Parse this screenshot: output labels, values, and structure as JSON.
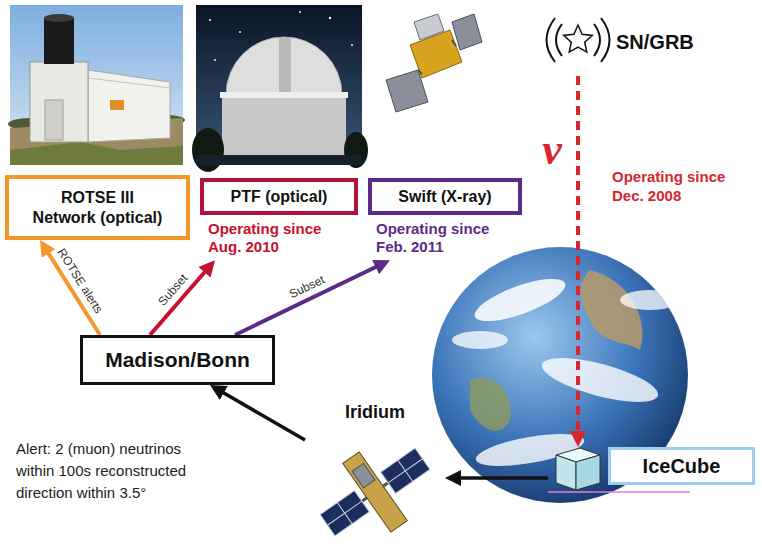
{
  "diagram": {
    "nodes": [
      {
        "text": [
          "ROTSE III Network (optical)"
        ]
      },
      {
        "text": [
          "PTF (optical)",
          "Operating since Aug. 2010"
        ]
      },
      {
        "text": [
          "Swift (X-ray)",
          "Operating since Feb. 2011"
        ]
      },
      {
        "text": [
          "SN/GRB"
        ]
      },
      {
        "text": [
          "Madison/Bonn"
        ]
      },
      {
        "text": [
          "Iridium"
        ]
      },
      {
        "text": [
          "IceCube"
        ]
      }
    ],
    "edges": [
      {
        "from": 3,
        "to": 6,
        "arrow": "to",
        "label": "ν"
      },
      {
        "from": 6,
        "to": 5,
        "arrow": "to"
      },
      {
        "from": 5,
        "to": 4,
        "arrow": "to"
      },
      {
        "from": 4,
        "to": 0,
        "arrow": "to",
        "label": "ROTSE alerts"
      },
      {
        "from": 4,
        "to": 1,
        "arrow": "to",
        "label": "Subset"
      },
      {
        "from": 4,
        "to": 2,
        "arrow": "to",
        "label": "Subset"
      }
    ],
    "labels": [
      "Operating since Dec. 2008",
      "Alert: 2 (muon) neutrinos within 100s reconstructed direction within 3.5°"
    ]
  }
}
